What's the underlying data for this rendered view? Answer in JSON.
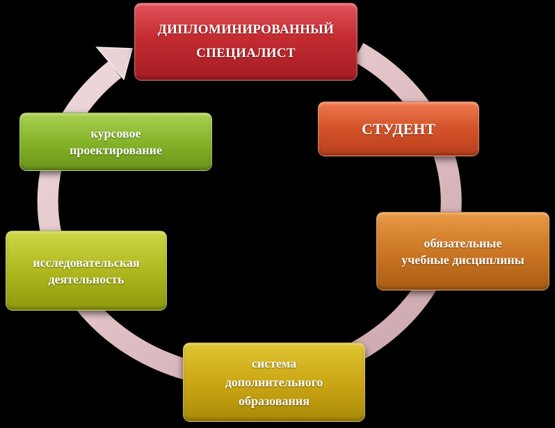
{
  "diagram": {
    "type": "cycle",
    "colors": {
      "ring": "#e3c6cb",
      "background": "#000000"
    },
    "nodes": [
      {
        "id": "diploma",
        "lines": [
          "ДИПЛОМИНИРОВАННЫЙ",
          "СПЕЦИАЛИСТ"
        ],
        "color": "#c32b31"
      },
      {
        "id": "student",
        "lines": [
          "СТУДЕНТ"
        ],
        "color": "#d4522a"
      },
      {
        "id": "courses",
        "lines": [
          "обязательные",
          "учебные дисциплины"
        ],
        "color": "#c97422"
      },
      {
        "id": "extra",
        "lines": [
          "система",
          "дополнительного",
          "образования"
        ],
        "color": "#c9a413"
      },
      {
        "id": "research",
        "lines": [
          "исследовательская",
          "деятельность"
        ],
        "color": "#abb61c"
      },
      {
        "id": "project",
        "lines": [
          "курсовое",
          "проектирование"
        ],
        "color": "#83b127"
      }
    ],
    "flow": [
      "student",
      "courses",
      "extra",
      "research",
      "project",
      "diploma"
    ]
  }
}
